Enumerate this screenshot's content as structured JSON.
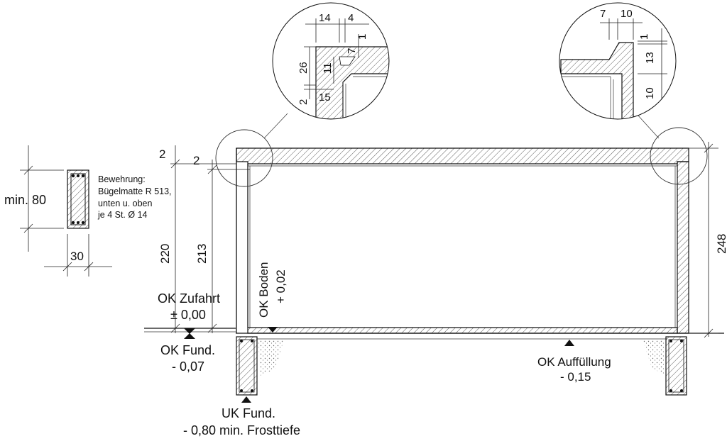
{
  "section": {
    "beam_height": "min. 80",
    "beam_width": "30",
    "reinforcement_title": "Bewehrung:",
    "reinforcement_line1": "Bügelmatte R 513,",
    "reinforcement_line2": "unten u. oben",
    "reinforcement_line3": "je 4 St. Ø 14"
  },
  "dimensions": {
    "top_slab": "2",
    "top_slab_inner": "2",
    "height_220": "220",
    "height_213": "213",
    "height_248": "248"
  },
  "levels": {
    "ok_zufahrt_title": "OK Zufahrt",
    "ok_zufahrt_value": "± 0,00",
    "ok_boden_title": "OK Boden",
    "ok_boden_value": "+ 0,02",
    "ok_fund_title": "OK Fund.",
    "ok_fund_value": "- 0,07",
    "uk_fund_title": "UK Fund.",
    "uk_fund_value": "- 0,80  min. Frosttiefe",
    "ok_auffuellung_title": "OK Auffüllung",
    "ok_auffuellung_value": "- 0,15"
  },
  "detail_left": {
    "d14": "14",
    "d4": "4",
    "d1": "1",
    "d7": "7",
    "d26": "26",
    "d11": "11",
    "d2": "2",
    "d15": "15"
  },
  "detail_right": {
    "d7": "7",
    "d10_top": "10",
    "d1": "1",
    "d13": "13",
    "d10_side": "10"
  }
}
